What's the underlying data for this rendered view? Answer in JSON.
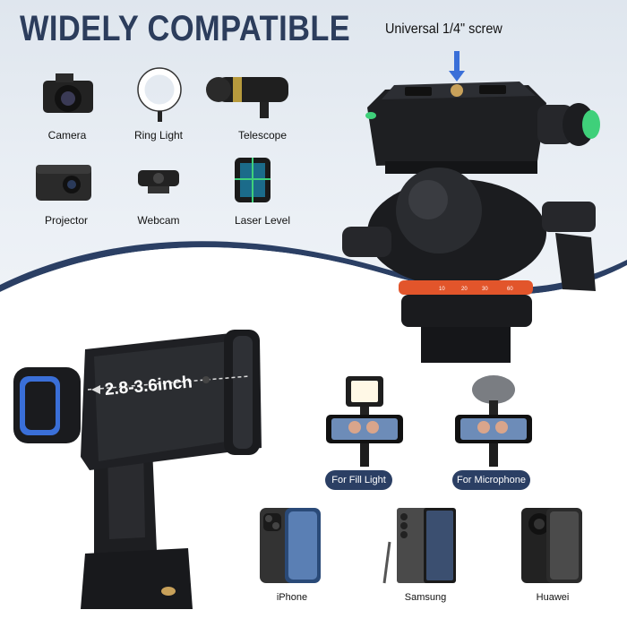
{
  "headline": "WIDELY COMPATIBLE",
  "screw_label": "Universal 1/4\" screw",
  "devices": [
    {
      "label": "Camera",
      "icon": "camera-icon"
    },
    {
      "label": "Ring Light",
      "icon": "ring-light-icon"
    },
    {
      "label": "Telescope",
      "icon": "telescope-icon"
    },
    {
      "label": "Projector",
      "icon": "projector-icon"
    },
    {
      "label": "Webcam",
      "icon": "webcam-icon"
    },
    {
      "label": "Laser Level",
      "icon": "laser-level-icon"
    }
  ],
  "clamp_range": "2.8-3.6inch",
  "accessories": [
    {
      "label": "For Fill Light",
      "icon": "fill-light-icon"
    },
    {
      "label": "For Microphone",
      "icon": "microphone-icon"
    }
  ],
  "phones": [
    {
      "label": "iPhone",
      "icon": "iphone-icon"
    },
    {
      "label": "Samsung",
      "icon": "samsung-phone-icon"
    },
    {
      "label": "Huawei",
      "icon": "huawei-phone-icon"
    }
  ],
  "colors": {
    "headline": "#2c3d5c",
    "pill_bg": "#2b3f64",
    "curve": "#2b3f64",
    "accent_blue": "#3a6fd8",
    "accent_orange": "#e2552b",
    "bubble_green": "#3fd07a"
  }
}
